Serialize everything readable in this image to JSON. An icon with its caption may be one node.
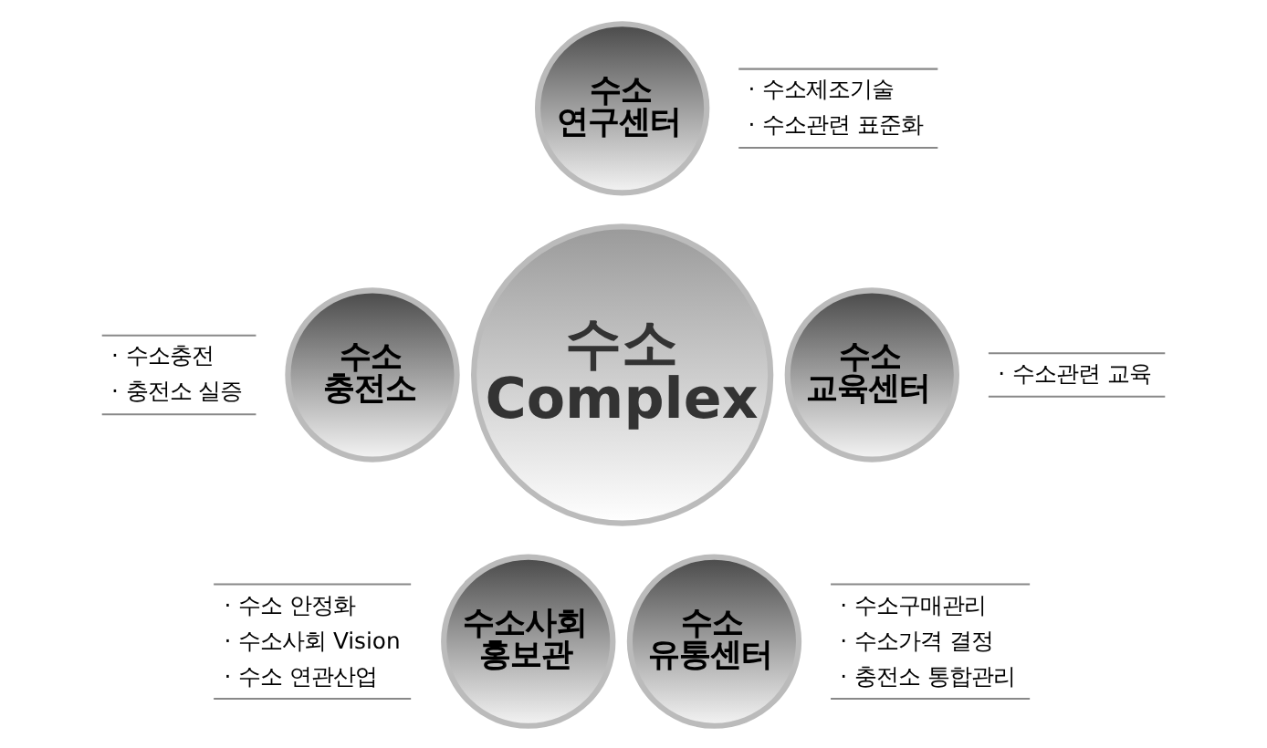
{
  "diagram": {
    "nodes": [
      {
        "text": [
          "수소 연구센터"
        ],
        "beside": [
          "· 수소제조기술",
          "· 수소관련 표준화"
        ]
      },
      {
        "text": [
          "수소 충전소"
        ],
        "beside": [
          "· 수소충전",
          "· 충전소 실증"
        ]
      },
      {
        "text": [
          "수소 Complex"
        ]
      },
      {
        "text": [
          "수소 교육센터"
        ],
        "beside": [
          "· 수소관련 교육"
        ]
      },
      {
        "text": [
          "수소사회 홍보관"
        ],
        "beside": [
          "· 수소 안정화",
          "· 수소사회 Vision",
          "· 수소 연관산업"
        ]
      },
      {
        "text": [
          "수소 유통센터"
        ],
        "beside": [
          "· 수소구매관리",
          "· 수소가격 결정",
          "· 충전소 통합관리"
        ]
      }
    ]
  }
}
